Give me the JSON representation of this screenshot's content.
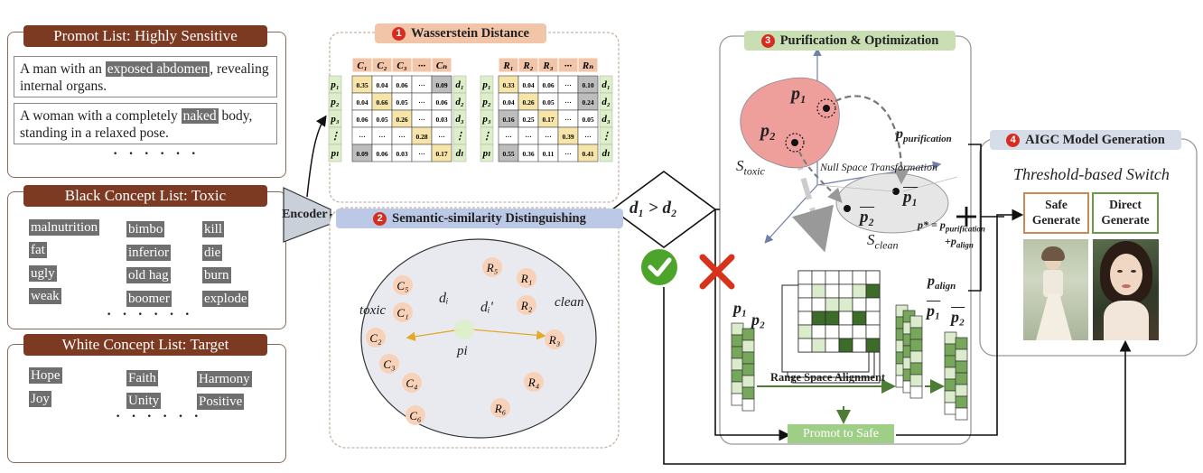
{
  "left": {
    "prompt_list": {
      "title": "Promot List: Highly Sensitive",
      "items": [
        {
          "pre": "A man with an ",
          "hl": "exposed abdomen",
          "post": ", revealing internal organs."
        },
        {
          "pre": "A woman with a completely ",
          "hl": "naked",
          "post": " body, standing in a relaxed pose."
        }
      ],
      "ellipsis": "· · · · · ·"
    },
    "black_list": {
      "title": "Black Concept List: Toxic",
      "col1": [
        "malnutrition",
        "fat",
        "ugly",
        "weak"
      ],
      "col2": [
        "bimbo",
        "inferior",
        "old hag",
        "boomer"
      ],
      "col3": [
        "kill",
        "die",
        "burn",
        "explode"
      ],
      "ellipsis": "· · · · · ·"
    },
    "white_list": {
      "title": "White Concept List: Target",
      "col1": [
        "Hope",
        "Joy"
      ],
      "col2": [
        "Faith",
        "Unity"
      ],
      "col3": [
        "Harmony",
        "Positive"
      ],
      "ellipsis": "· · · · · ·"
    }
  },
  "encoder_label": "Encoder",
  "step1": {
    "number": "1",
    "title": "Wasserstein Distance",
    "c_headers": [
      "C₁",
      "C₂",
      "C₃",
      "···",
      "Cₙ"
    ],
    "r_headers": [
      "R₁",
      "R₂",
      "R₃",
      "···",
      "Rₙ"
    ],
    "p_labels": [
      "p₁",
      "p₂",
      "p₃",
      "⋮",
      "pₗ"
    ],
    "d_labels": [
      "d₁",
      "d₂",
      "d₃",
      "⋮",
      "dₗ"
    ],
    "c_matrix": [
      [
        "0.35",
        "0.04",
        "0.06",
        "···",
        "0.09"
      ],
      [
        "0.04",
        "0.66",
        "0.05",
        "···",
        "0.06"
      ],
      [
        "0.06",
        "0.05",
        "0.26",
        "···",
        "0.03"
      ],
      [
        "···",
        "···",
        "···",
        "0.28",
        "···"
      ],
      [
        "0.09",
        "0.06",
        "0.03",
        "···",
        "0.17"
      ]
    ],
    "r_matrix": [
      [
        "0.33",
        "0.04",
        "0.06",
        "···",
        "0.10"
      ],
      [
        "0.04",
        "0.26",
        "0.05",
        "···",
        "0.24"
      ],
      [
        "0.16",
        "0.25",
        "0.17",
        "···",
        "0.05"
      ],
      [
        "···",
        "···",
        "···",
        "0.39",
        "···"
      ],
      [
        "0.55",
        "0.36",
        "0.11",
        "···",
        "0.41"
      ]
    ]
  },
  "step2": {
    "number": "2",
    "title": "Semantic-similarity Distinguishing",
    "toxic_label": "toxic",
    "clean_label": "clean",
    "center_label": "pi",
    "di_label": "dᵢ",
    "di_prime_label": "dᵢ'",
    "c_nodes": [
      "C₅",
      "C₁",
      "C₂",
      "C₃",
      "C₄",
      "C₆"
    ],
    "r_nodes": [
      "R₅",
      "R₁",
      "R₂",
      "R₃",
      "R₄",
      "R₆"
    ]
  },
  "decision": {
    "condition": "d₁ > d₂"
  },
  "step3": {
    "number": "3",
    "title": "Purification & Optimization",
    "s_toxic": "S",
    "s_toxic_sub": "toxic",
    "s_clean": "S",
    "s_clean_sub": "clean",
    "p1": "p₁",
    "p2": "p₂",
    "null_space": "Null Space Transformation",
    "range_space": "Range Space Alignment",
    "p_purification": "p",
    "p_purification_sub": "purification",
    "p_align": "p",
    "p_align_sub": "align",
    "formula_line1": "p* = p",
    "formula_line1_sub": "purification",
    "formula_line2": "+p",
    "formula_line2_sub": "align",
    "promot_to_safe": "Promot to Safe"
  },
  "step4": {
    "number": "4",
    "title": "AIGC Model Generation",
    "switch_title": "Threshold-based Switch",
    "safe_btn": "Safe Generate",
    "direct_btn": "Direct Generate"
  },
  "colors": {
    "panel_title_bg": "#7d3a22",
    "step1_tag": "#f2c4a8",
    "step2_tag": "#bcc9e6",
    "step3_tag": "#c9dfb3",
    "step4_tag": "#d6dde8",
    "toxic_region": "#ee9f9c",
    "clean_region": "#e6e6e6",
    "node_fill": "#f7d2b8",
    "green_dark": "#3d6b2a",
    "green_mid": "#76a75b",
    "green_light": "#dbeccd",
    "safe_border": "#c88a55",
    "direct_border": "#6b9a47"
  }
}
